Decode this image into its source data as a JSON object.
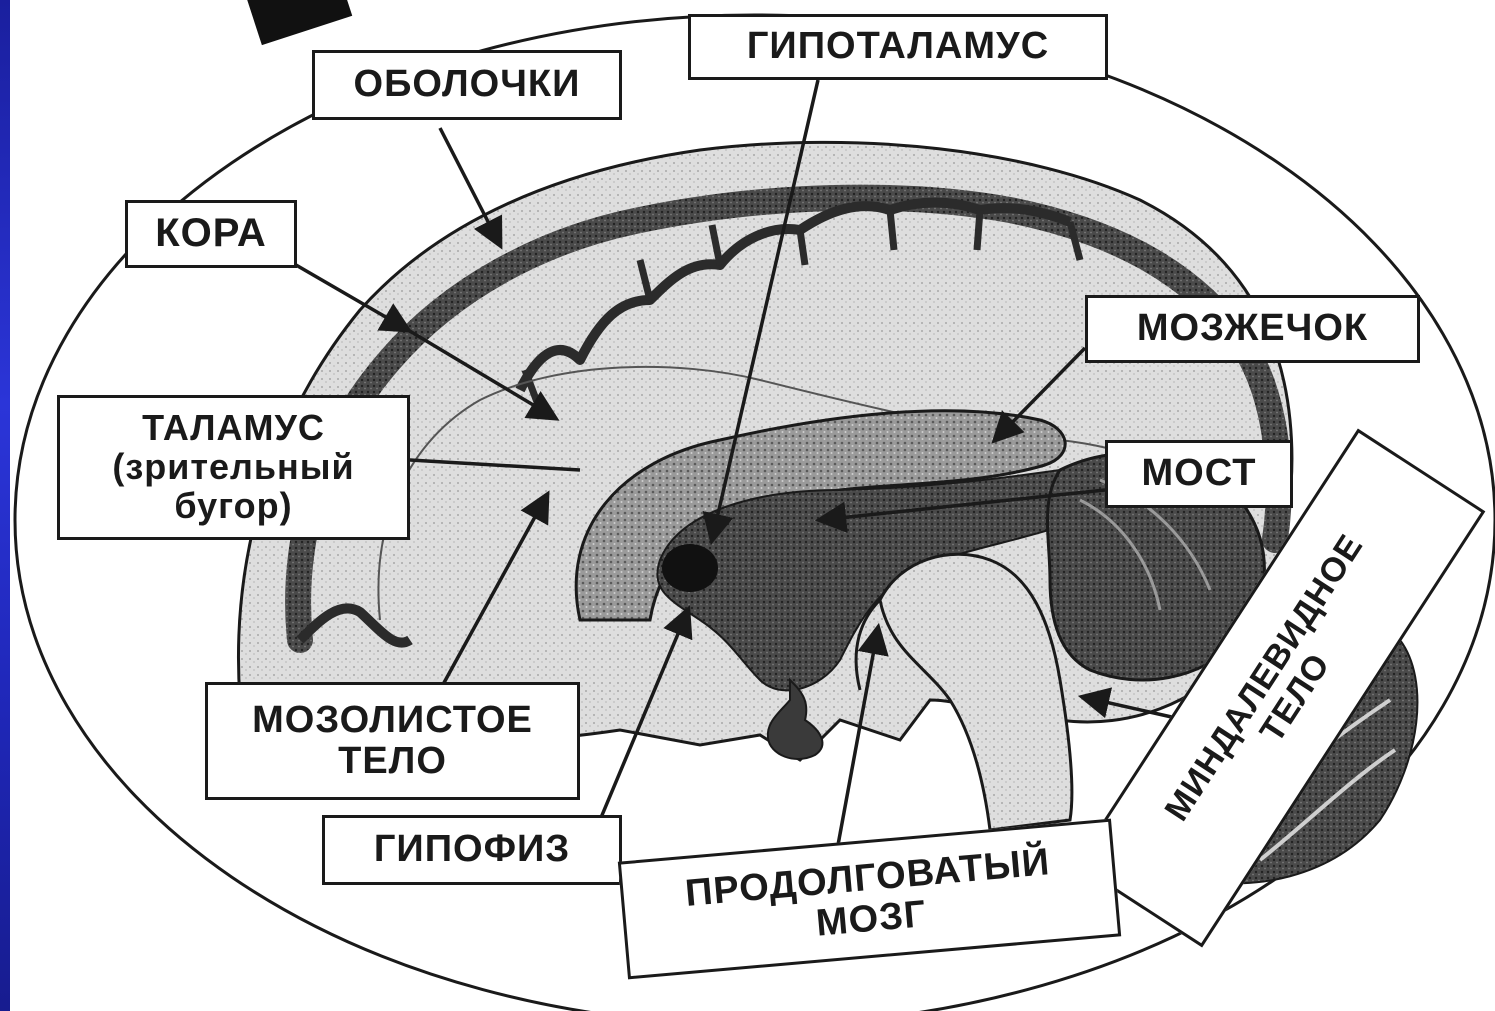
{
  "labels": {
    "obolochki": "ОБОЛОЧКИ",
    "gipotalamus": "ГИПОТАЛАМУС",
    "kora": "КОРА",
    "mozzhechok": "МОЗЖЕЧОК",
    "talamus_line1": "ТАЛАМУС",
    "talamus_line2": "(зрительный",
    "talamus_line3": "бугор)",
    "most": "МОСТ",
    "mindalevidnoe_line1": "МИНДАЛЕВИДНОЕ",
    "mindalevidnoe_line2": "ТЕЛО",
    "mozolistoe_line1": "МОЗОЛИСТОЕ",
    "mozolistoe_line2": "ТЕЛО",
    "gipofiz": "ГИПОФИЗ",
    "prodolgovaty_line1": "ПРОДОЛГОВАТЫЙ",
    "prodolgovaty_line2": "МОЗГ"
  },
  "colors": {
    "side_band": "#2b35d8",
    "ink": "#1a1a1a",
    "paper": "#ffffff"
  }
}
